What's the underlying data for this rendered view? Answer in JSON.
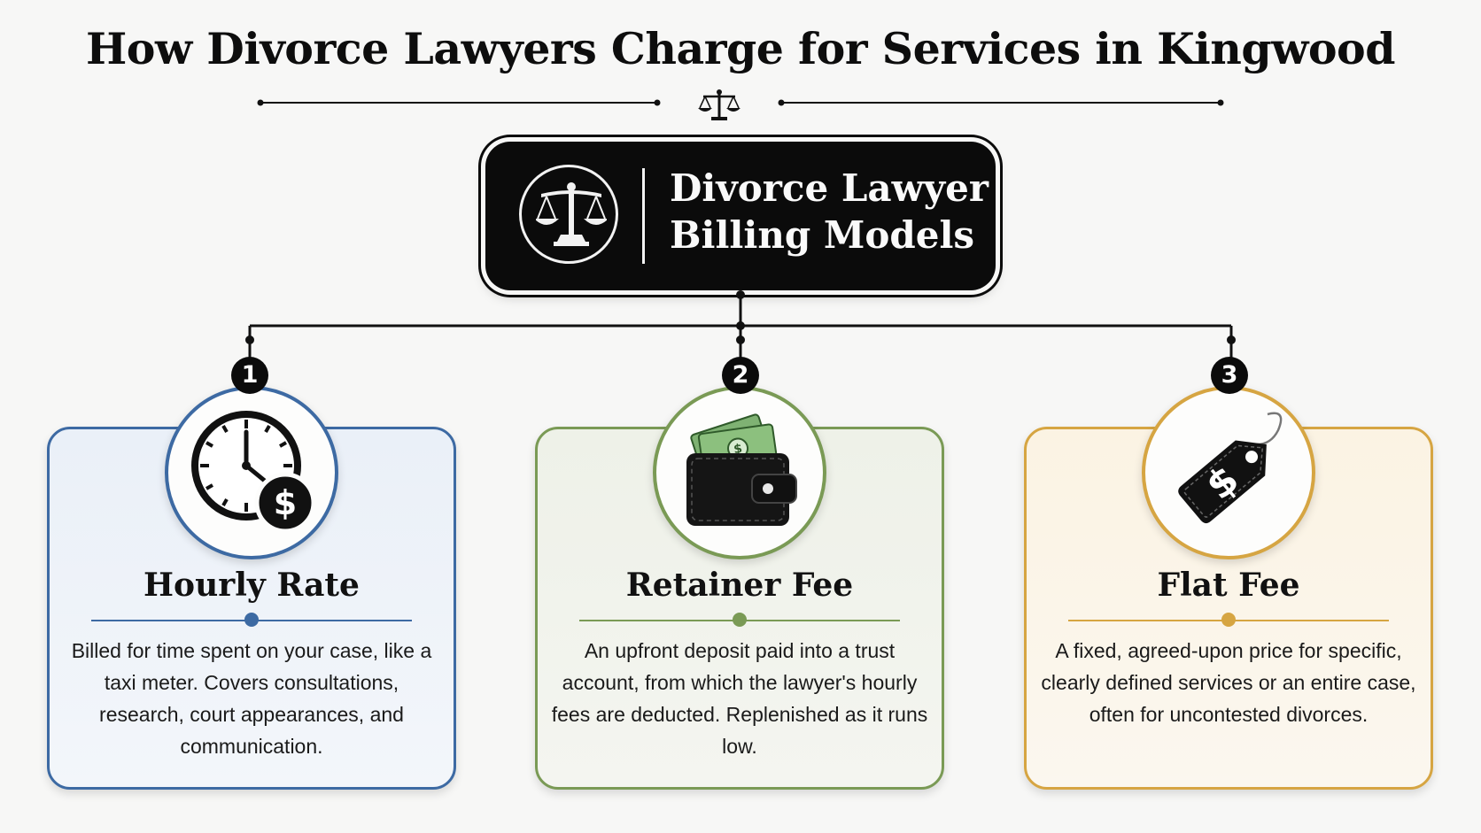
{
  "title": "How Divorce Lawyers Charge for Services in Kingwood",
  "hub": {
    "line1": "Divorce Lawyer",
    "line2": "Billing Models",
    "icon": "scales-of-justice-icon"
  },
  "colors": {
    "hourly": "#3d6aa3",
    "retainer": "#7a9a55",
    "flat": "#d6a542",
    "dark": "#0b0b0b"
  },
  "models": [
    {
      "number": "1",
      "title": "Hourly Rate",
      "icon": "clock-dollar-icon",
      "description": "Billed for time spent on your case, like a taxi meter. Covers consultations, research, court appearances, and communication."
    },
    {
      "number": "2",
      "title": "Retainer Fee",
      "icon": "wallet-cash-icon",
      "description": "An upfront deposit paid into a trust account, from which the lawyer's hourly fees are deducted. Replenished as it runs low."
    },
    {
      "number": "3",
      "title": "Flat Fee",
      "icon": "price-tag-icon",
      "description": "A fixed, agreed-upon price for specific, clearly defined services or an entire case, often for uncontested divorces."
    }
  ]
}
